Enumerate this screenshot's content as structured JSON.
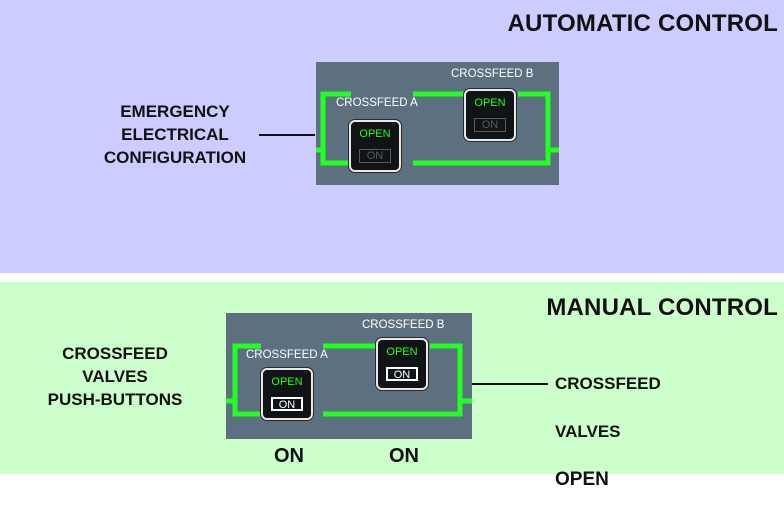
{
  "automatic": {
    "title": "AUTOMATIC CONTROL",
    "left_label": "EMERGENCY\nELECTRICAL\nCONFIGURATION",
    "valve_a": {
      "label": "CROSSFEED A",
      "open_text": "OPEN",
      "on_text": "ON"
    },
    "valve_b": {
      "label": "CROSSFEED B",
      "open_text": "OPEN",
      "on_text": "ON"
    }
  },
  "manual": {
    "title": "MANUAL CONTROL",
    "left_label": "CROSSFEED\nVALVES\nPUSH-BUTTONS",
    "right_label_line1": "CROSSFEED",
    "right_label_line2": "VALVES",
    "right_label_line3": "OPEN",
    "valve_a": {
      "label": "CROSSFEED A",
      "open_text": "OPEN",
      "on_text": "ON"
    },
    "valve_b": {
      "label": "CROSSFEED B",
      "open_text": "OPEN",
      "on_text": "ON"
    },
    "bottom_on_a": "ON",
    "bottom_on_b": "ON"
  },
  "colors": {
    "auto_bg": "#ccccff",
    "manual_bg": "#ccffcc",
    "panel": "#5d7080",
    "flow_line": "#22ff22",
    "open_text": "#22ff22"
  }
}
